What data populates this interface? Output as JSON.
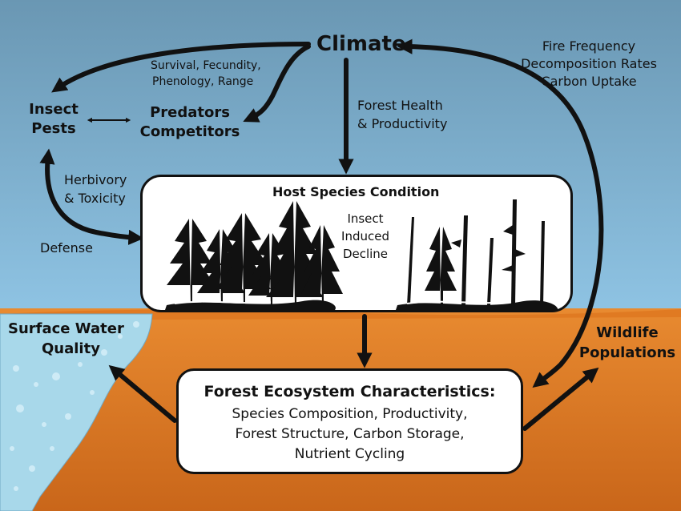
{
  "colors": {
    "sky_top": "#6a97b3",
    "sky_bottom": "#8fc4e4",
    "soil": "#e07a22",
    "water": "#a8d8ea",
    "arrow": "#111111",
    "box_fill": "#ffffff"
  },
  "labels": {
    "climate": "Climate",
    "survival_line1": "Survival, Fecundity,",
    "survival_line2": "Phenology, Range",
    "insect_pests_line1": "Insect",
    "insect_pests_line2": "Pests",
    "predators": "Predators",
    "competitors": "Competitors",
    "forest_health_line1": "Forest Health",
    "forest_health_line2": "& Productivity",
    "fire_frequency": "Fire Frequency",
    "decomposition_rates": "Decomposition Rates",
    "carbon_uptake": "Carbon Uptake",
    "herbivory_line1": "Herbivory",
    "herbivory_line2": "& Toxicity",
    "defense": "Defense",
    "host_species_condition": "Host Species Condition",
    "insect_induced_line1": "Insect",
    "insect_induced_line2": "Induced",
    "insect_induced_line3": "Decline",
    "surface_water_line1": "Surface Water",
    "surface_water_line2": "Quality",
    "wildlife_line1": "Wildlife",
    "wildlife_line2": "Populations",
    "forest_ecosystem_title": "Forest Ecosystem Characteristics:",
    "forest_ecosystem_line1": "Species Composition,  Productivity,",
    "forest_ecosystem_line2": "Forest Structure, Carbon Storage,",
    "forest_ecosystem_line3": "Nutrient Cycling"
  }
}
